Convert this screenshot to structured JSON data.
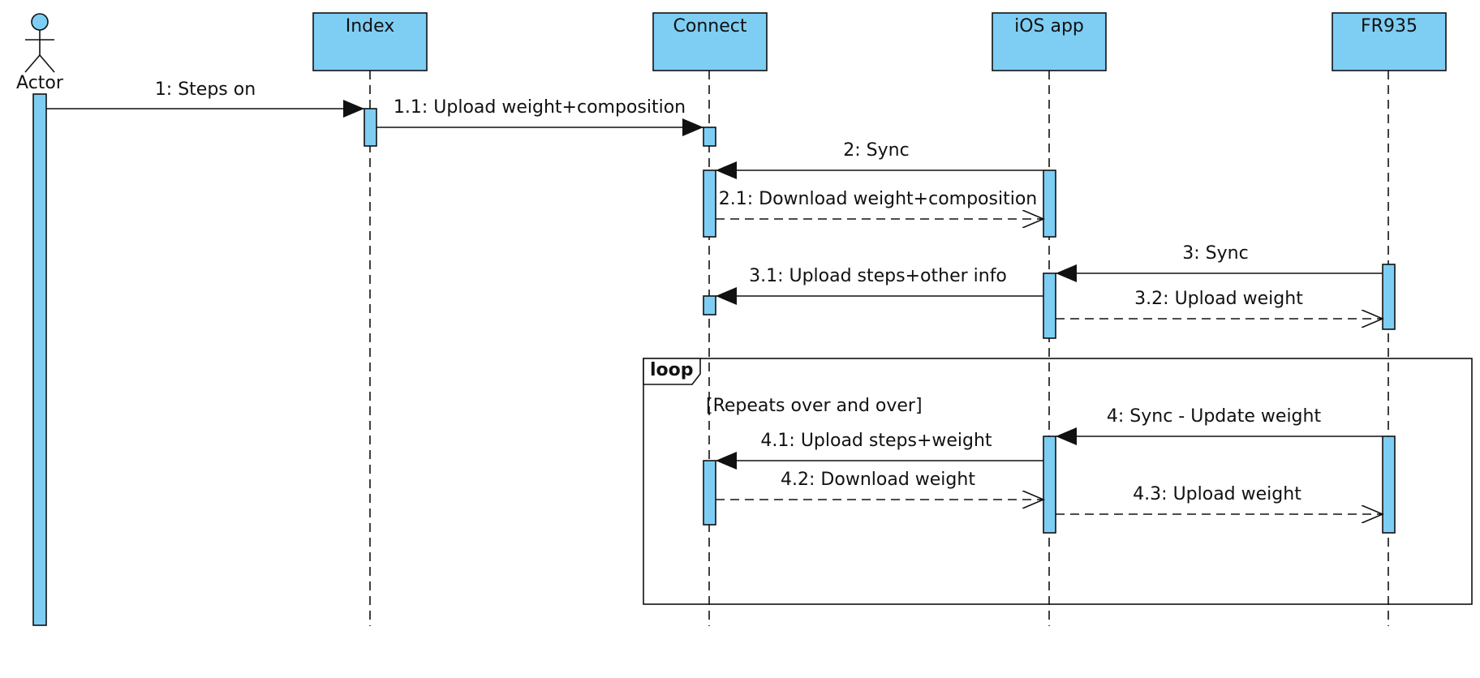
{
  "colors": {
    "fill": "#7ecef4",
    "stroke": "#111111",
    "background": "#ffffff"
  },
  "actor": {
    "label": "Actor"
  },
  "participants": [
    {
      "id": "index",
      "label": "Index"
    },
    {
      "id": "connect",
      "label": "Connect"
    },
    {
      "id": "ios",
      "label": "iOS app"
    },
    {
      "id": "fr935",
      "label": "FR935"
    }
  ],
  "messages": [
    {
      "id": "m1",
      "label": "1: Steps on",
      "from": "actor",
      "to": "index",
      "style": "sync"
    },
    {
      "id": "m11",
      "label": "1.1: Upload weight+composition",
      "from": "index",
      "to": "connect",
      "style": "sync"
    },
    {
      "id": "m2",
      "label": "2: Sync",
      "from": "ios",
      "to": "connect",
      "style": "sync"
    },
    {
      "id": "m21",
      "label": "2.1: Download weight+composition",
      "from": "connect",
      "to": "ios",
      "style": "reply"
    },
    {
      "id": "m3",
      "label": "3: Sync",
      "from": "fr935",
      "to": "ios",
      "style": "sync"
    },
    {
      "id": "m31",
      "label": "3.1: Upload steps+other info",
      "from": "ios",
      "to": "connect",
      "style": "sync"
    },
    {
      "id": "m32",
      "label": "3.2: Upload weight",
      "from": "ios",
      "to": "fr935",
      "style": "reply"
    },
    {
      "id": "m4",
      "label": "4: Sync - Update weight",
      "from": "fr935",
      "to": "ios",
      "style": "sync"
    },
    {
      "id": "m41",
      "label": "4.1: Upload steps+weight",
      "from": "ios",
      "to": "connect",
      "style": "sync"
    },
    {
      "id": "m42",
      "label": "4.2: Download weight",
      "from": "connect",
      "to": "ios",
      "style": "reply"
    },
    {
      "id": "m43",
      "label": "4.3: Upload weight",
      "from": "ios",
      "to": "fr935",
      "style": "reply"
    }
  ],
  "loop": {
    "keyword": "loop",
    "guard": "[Repeats over and over]"
  }
}
